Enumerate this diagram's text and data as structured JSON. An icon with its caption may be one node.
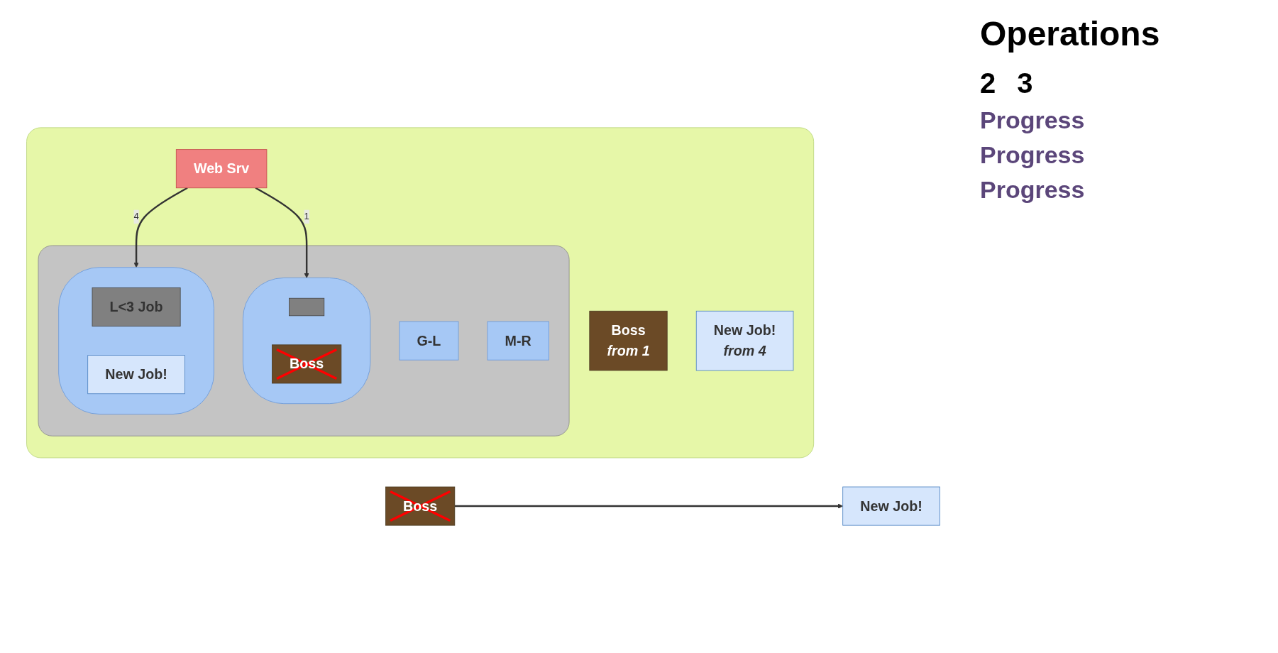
{
  "diagram": {
    "title": "Operations",
    "nodes": [
      {
        "text": [],
        "shape": "box"
      },
      {
        "text": [
          "Web Srv"
        ],
        "in": 0
      },
      {
        "text": [],
        "shape": "box",
        "in": 0
      },
      {
        "text": [],
        "shape": "ellipse",
        "in": 2
      },
      {
        "text": [],
        "shape": "box",
        "in": 3
      },
      {
        "text": [
          "Boss"
        ],
        "in": 3
      },
      {
        "text": [
          "G-L"
        ],
        "in": 2
      },
      {
        "text": [
          "M-R"
        ],
        "in": 2
      },
      {
        "text": [],
        "shape": "ellipse",
        "in": 2
      },
      {
        "text": [
          "L<3 Job"
        ],
        "in": 8
      },
      {
        "text": [
          "New Job!"
        ],
        "in": 8
      },
      {
        "text": [
          "Boss",
          "from 1"
        ],
        "in": 0
      },
      {
        "text": [
          "New Job!",
          "from 4"
        ],
        "in": 0
      },
      {
        "text": [
          "Boss"
        ]
      },
      {
        "text": [
          "New Job!"
        ]
      }
    ],
    "edges": [
      {
        "from": 1,
        "to": 3,
        "label": "1",
        "arrow": "to"
      },
      {
        "from": 1,
        "to": 8,
        "label": "4",
        "arrow": "to"
      },
      {
        "from": 13,
        "to": 14,
        "arrow": "to"
      }
    ],
    "labels": [
      "2",
      "3",
      "Progress",
      "Progress",
      "Progress"
    ]
  }
}
